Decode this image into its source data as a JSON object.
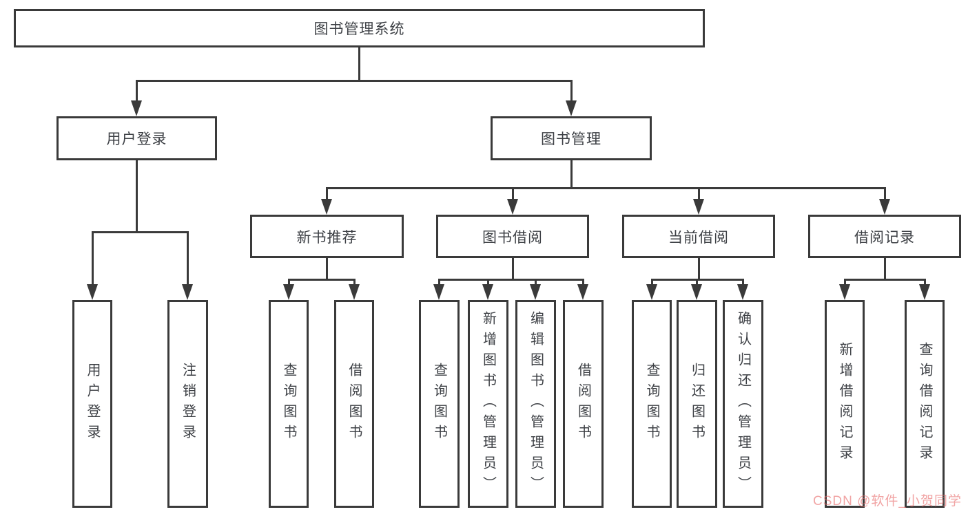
{
  "tree": {
    "label": "图书管理系统",
    "children": [
      {
        "label": "用户登录",
        "children": [
          {
            "label": "用户登录"
          },
          {
            "label": "注销登录"
          }
        ]
      },
      {
        "label": "图书管理",
        "children": [
          {
            "label": "新书推荐",
            "children": [
              {
                "label": "查询图书"
              },
              {
                "label": "借阅图书"
              }
            ]
          },
          {
            "label": "图书借阅",
            "children": [
              {
                "label": "查询图书"
              },
              {
                "label": "新增图书（管理员）"
              },
              {
                "label": "编辑图书（管理员）"
              },
              {
                "label": "借阅图书"
              }
            ]
          },
          {
            "label": "当前借阅",
            "children": [
              {
                "label": "查询图书"
              },
              {
                "label": "归还图书"
              },
              {
                "label": "确认归还（管理员）"
              }
            ]
          },
          {
            "label": "借阅记录",
            "children": [
              {
                "label": "新增借阅记录"
              },
              {
                "label": "查询借阅记录"
              }
            ]
          }
        ]
      }
    ]
  },
  "watermark": "CSDN @软件_小贺同学",
  "colors": {
    "line": "#3a3a3a",
    "text": "#3d4045",
    "watermark": "#e96c6c"
  }
}
